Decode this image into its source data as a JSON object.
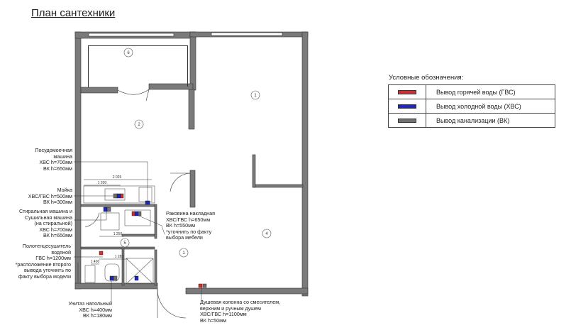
{
  "title": "План сантехники",
  "legend": {
    "title": "Условные обозначения:",
    "items": [
      {
        "label": "Вывод горячей воды (ГВС)",
        "color": "#c83232"
      },
      {
        "label": "Вывод холодной воды (ХВС)",
        "color": "#1e28b4"
      },
      {
        "label": "Вывод канализации (ВК)",
        "color": "#707070"
      }
    ]
  },
  "rooms": [
    "6",
    "1",
    "2",
    "5",
    "1",
    "4"
  ],
  "dimensions": [
    "2 025",
    "1 200",
    "1 250",
    "1 280",
    "1 400"
  ],
  "labels": {
    "dishwasher": "Посудомоечная\nмашина\nХВС h=700мм\nВК h=650мм",
    "sink": "Мойка\nХВС/ГВС h=500мм\nВК h=300мм",
    "washer": "Стиральная машина и\nСушильная машина\n(на стиральной)\nХВС h=700мм\nВК h=650мм",
    "towel": "Полотенцесушитель\nводяной\nГВС h=1200мм\n*расположение второго\nвывода уточнить по\nфакту выбора модели",
    "washbasin": "Раковина накладная\nХВС/ГВС h=650мм\nВК h=550мм\n*уточнить по факту\nвыбора мебели",
    "toilet": "Унитаз напольный\nХВС h=400мм\nВК h=180мм",
    "shower": "Душевая колонна со смесителем,\nверхним и ручным душем\nХВС/ГВС h=1100мм\nВК h=50мм"
  }
}
